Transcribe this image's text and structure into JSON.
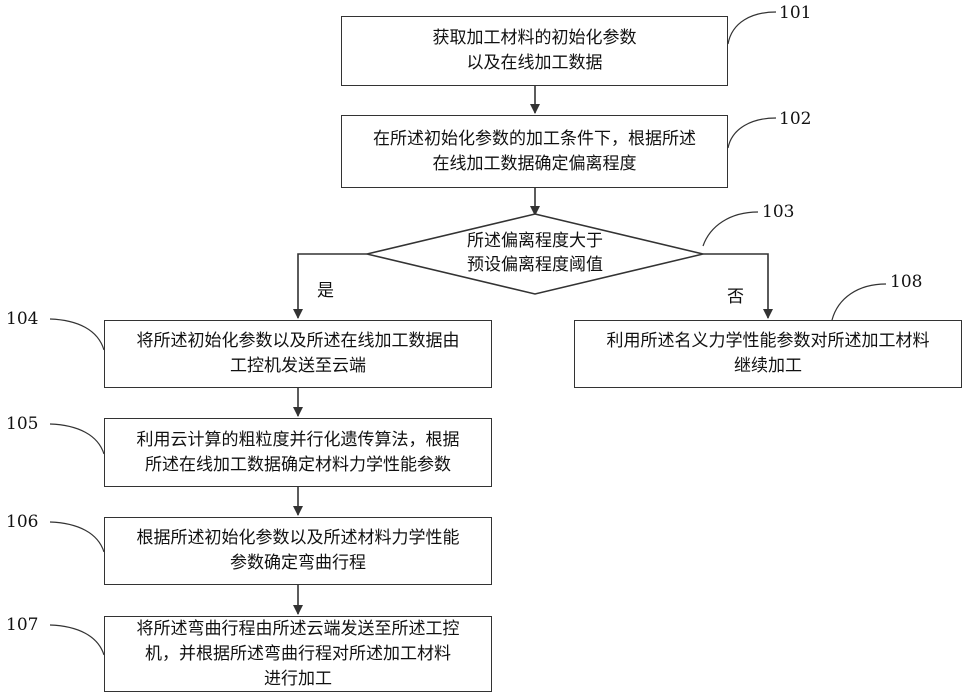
{
  "steps": {
    "s101": {
      "ref": "101",
      "lines": [
        "获取加工材料的初始化参数",
        "以及在线加工数据"
      ]
    },
    "s102": {
      "ref": "102",
      "lines": [
        "在所述初始化参数的加工条件下，根据所述",
        "在线加工数据确定偏离程度"
      ]
    },
    "s103": {
      "ref": "103",
      "lines": [
        "所述偏离程度大于",
        "预设偏离程度阈值"
      ]
    },
    "s104": {
      "ref": "104",
      "lines": [
        "将所述初始化参数以及所述在线加工数据由",
        "工控机发送至云端"
      ]
    },
    "s105": {
      "ref": "105",
      "lines": [
        "利用云计算的粗粒度并行化遗传算法，根据",
        "所述在线加工数据确定材料力学性能参数"
      ]
    },
    "s106": {
      "ref": "106",
      "lines": [
        "根据所述初始化参数以及所述材料力学性能",
        "参数确定弯曲行程"
      ]
    },
    "s107": {
      "ref": "107",
      "lines": [
        "将所述弯曲行程由所述云端发送至所述工控",
        "机，并根据所述弯曲行程对所述加工材料",
        "进行加工"
      ]
    },
    "s108": {
      "ref": "108",
      "lines": [
        "利用所述名义力学性能参数对所述加工材料",
        "继续加工"
      ]
    }
  },
  "branches": {
    "yes": "是",
    "no": "否"
  }
}
